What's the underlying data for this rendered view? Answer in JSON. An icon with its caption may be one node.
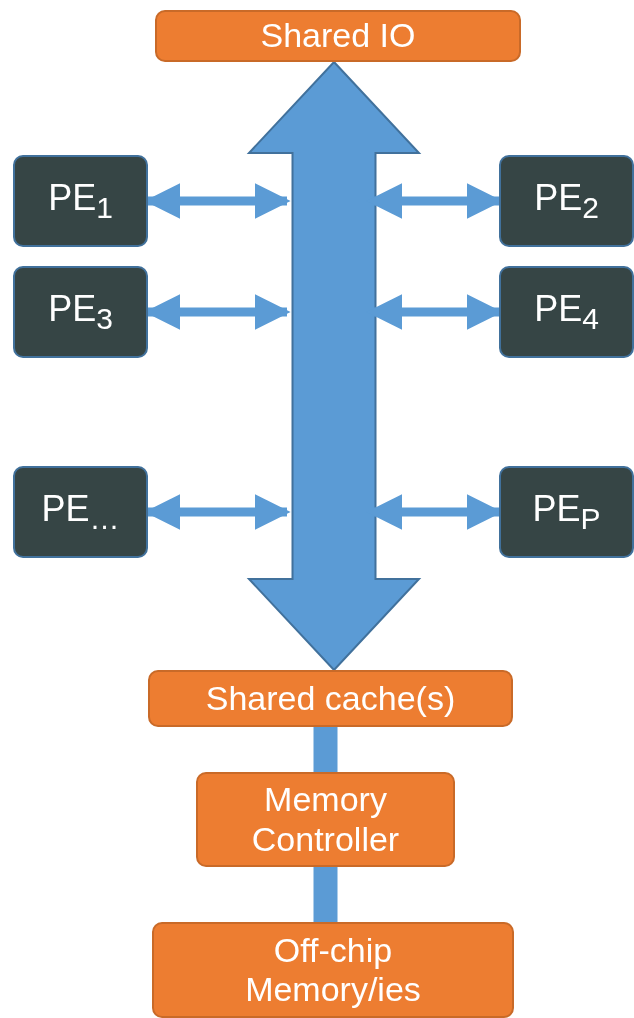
{
  "diagram": {
    "nodes": [
      {
        "text": [
          "Shared IO"
        ]
      },
      {
        "text": [
          "PE$_{1}$"
        ]
      },
      {
        "text": [
          "PE$_{2}$"
        ]
      },
      {
        "text": [
          "PE$_{3}$"
        ]
      },
      {
        "text": [
          "PE$_{4}$"
        ]
      },
      {
        "text": [
          "PE$_{…}$"
        ]
      },
      {
        "text": [
          "PE$_{P}$"
        ]
      },
      {
        "text": [
          "Shared cache(s)"
        ]
      },
      {
        "text": [
          "Memory Controller"
        ]
      },
      {
        "text": [
          "Off-chip Memory/ies"
        ]
      }
    ],
    "edges": [
      {
        "from": 0,
        "to": 7,
        "arrow": "both",
        "style": "thick"
      },
      {
        "from": 1,
        "to": null,
        "arrow": "both"
      },
      {
        "from": 2,
        "to": null,
        "arrow": "both"
      },
      {
        "from": 3,
        "to": null,
        "arrow": "both"
      },
      {
        "from": 4,
        "to": null,
        "arrow": "both"
      },
      {
        "from": 5,
        "to": null,
        "arrow": "both"
      },
      {
        "from": 6,
        "to": null,
        "arrow": "both"
      },
      {
        "from": 7,
        "to": 8,
        "arrow": "none",
        "style": "thick"
      },
      {
        "from": 8,
        "to": 9,
        "arrow": "none",
        "style": "thick"
      }
    ]
  }
}
